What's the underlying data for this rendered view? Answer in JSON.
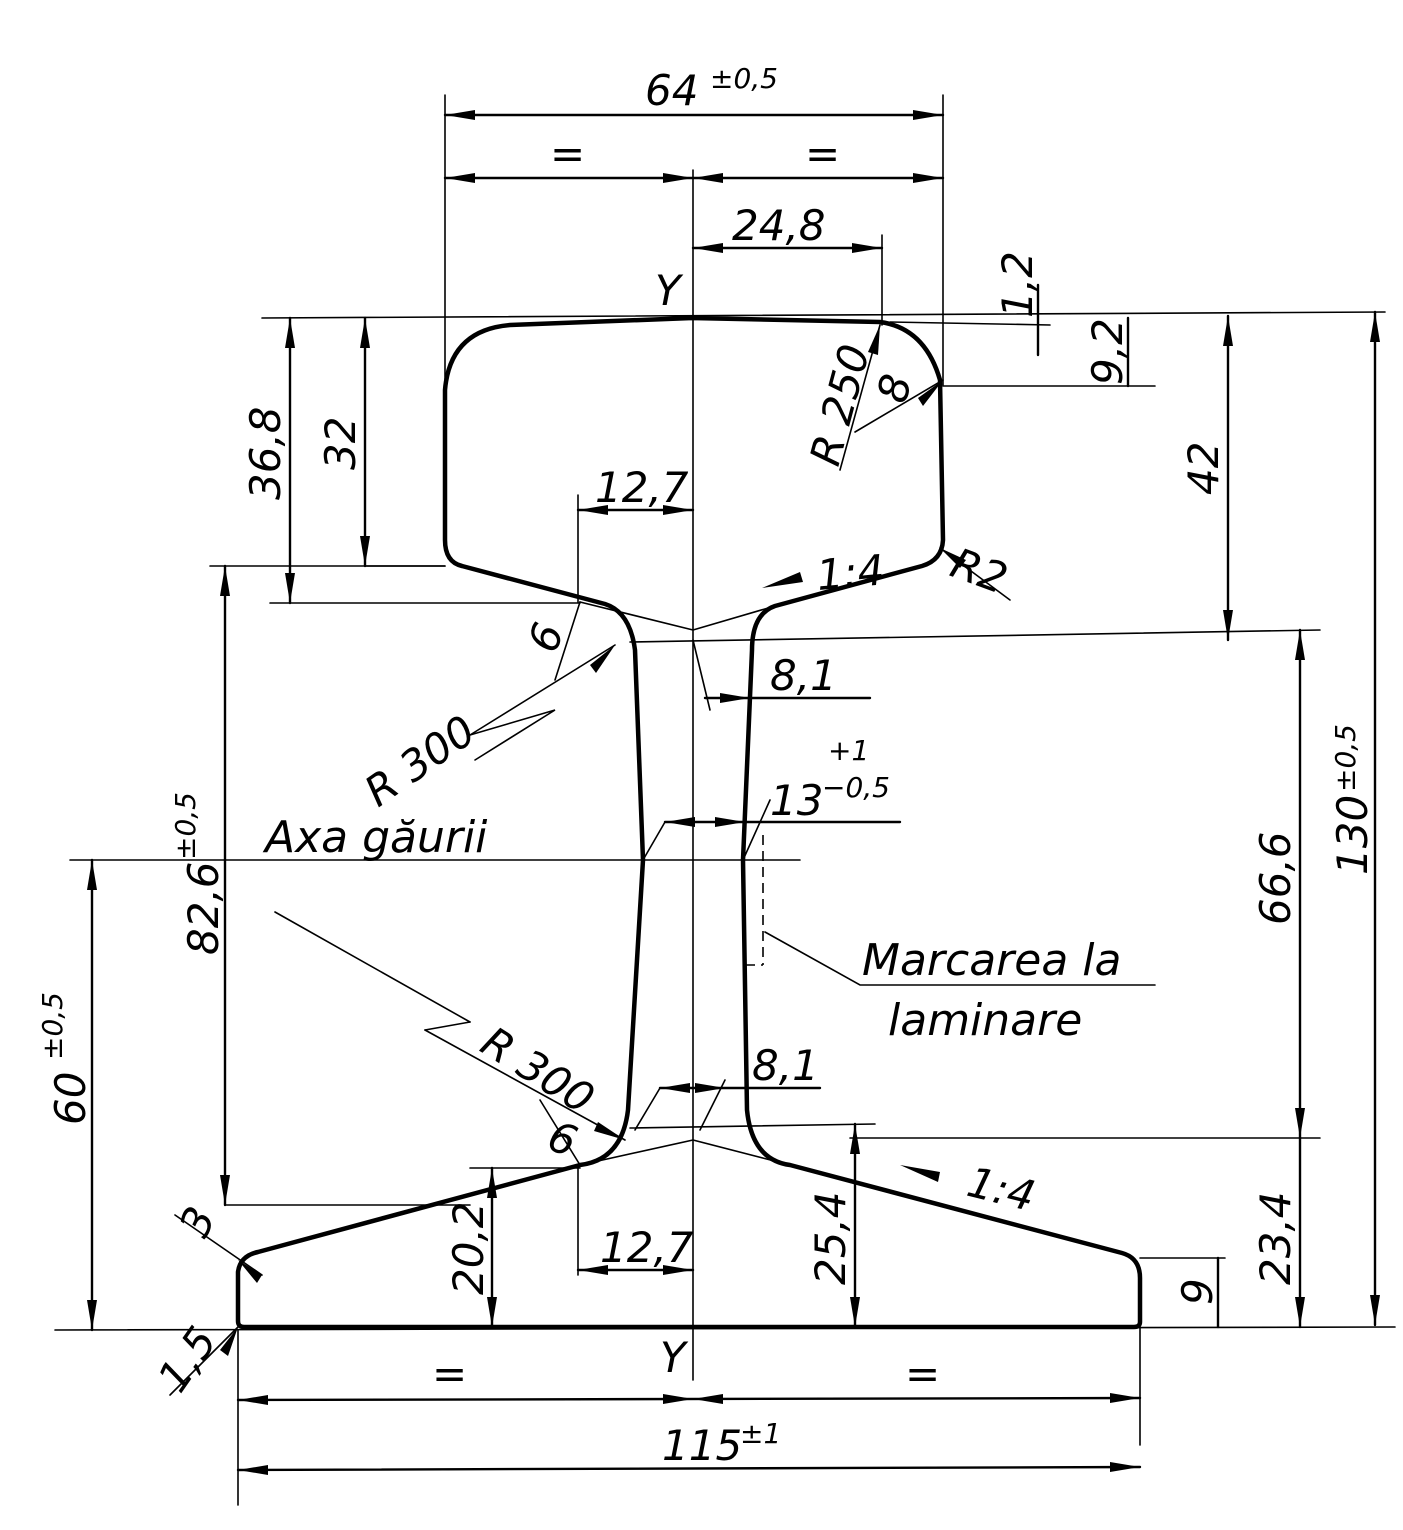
{
  "dimensions": {
    "head_width": "64",
    "head_width_tol": "±0,5",
    "equal_left_top": "=",
    "equal_right_top": "=",
    "head_half_width": "24,8",
    "crown_drop": "1,2",
    "head_side_height": "9,2",
    "head_height": "42",
    "crown_radius": "R 250",
    "corner_radius_top": "8",
    "head_total_height_left": "36,8",
    "head_inner_height_left": "32",
    "head_neck_offset": "12,7",
    "head_underside_slope": "1:4",
    "head_underside_radius": "R2",
    "fillet_upper": "6",
    "web_radius_upper": "R 300",
    "web_thickness_upper": "8,1",
    "hole_diameter": "13",
    "hole_tol_plus": "+1",
    "hole_tol_minus": "−0,5",
    "hole_height_from_top": "82,6",
    "hole_height_from_top_tol": "±0,5",
    "hole_height_from_base": "60",
    "hole_height_from_base_tol": "±0,5",
    "web_height": "66,6",
    "total_height": "130",
    "total_height_tol": "±0,5",
    "web_radius_lower": "R 300",
    "web_thickness_lower": "8,1",
    "fillet_lower": "6",
    "foot_neck_offset": "12,7",
    "foot_height_left": "20,2",
    "foot_height_center": "25,4",
    "foot_slope": "1:4",
    "foot_edge_height": "9",
    "foot_total_height": "23,4",
    "foot_corner_radius": "3",
    "foot_corner_radius_bottom": "1,5",
    "equal_left_bottom": "=",
    "equal_right_bottom": "=",
    "base_width": "115",
    "base_width_tol": "±1"
  },
  "labels": {
    "axis_top": "Y",
    "axis_bottom": "Y",
    "hole_axis": "Axa găurii",
    "marking_line1": "Marcarea la",
    "marking_line2": "laminare"
  }
}
